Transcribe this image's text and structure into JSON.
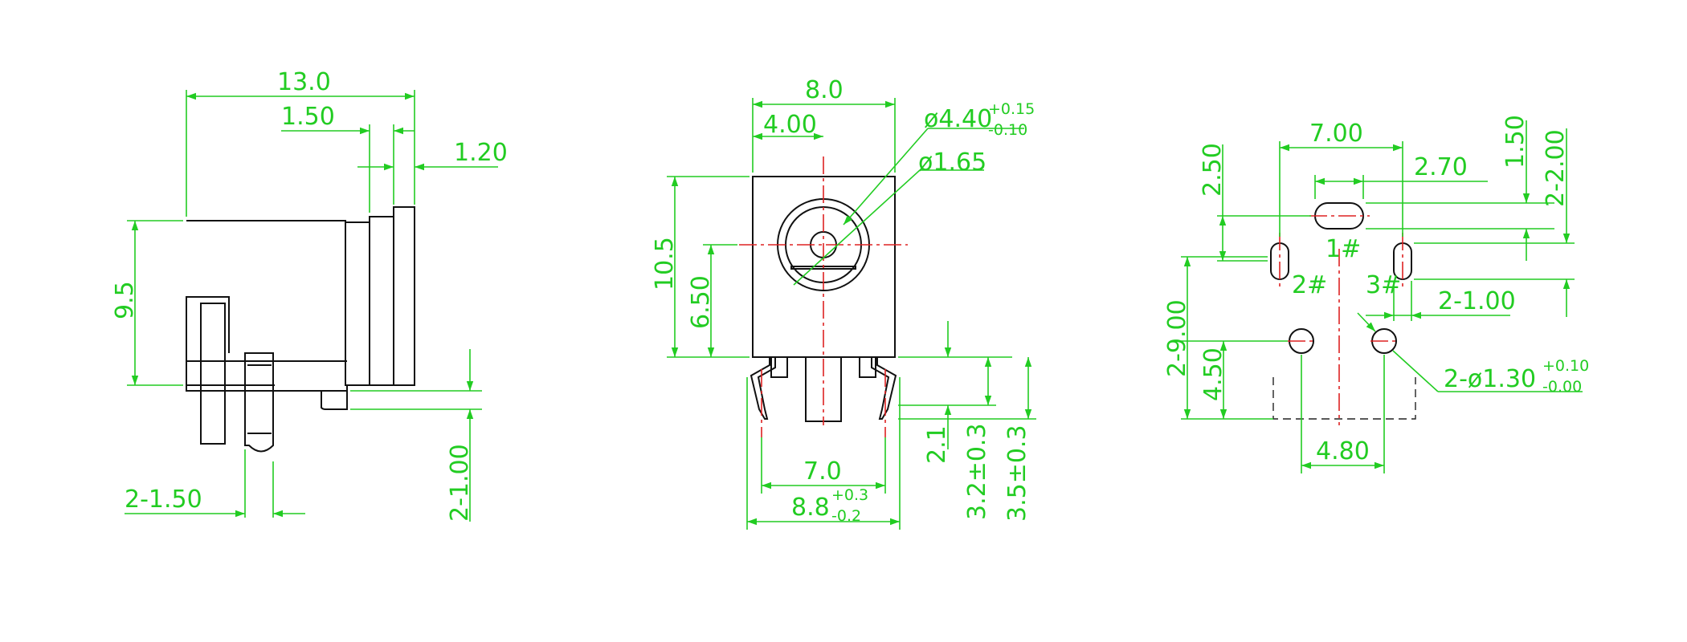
{
  "colors": {
    "outline": "#111111",
    "dimension": "#22cc22",
    "centerline": "#dd2222"
  },
  "side_view": {
    "overall_length": "13.0",
    "flange_depth": "1.50",
    "flange_thickness": "1.20",
    "body_height": "9.5",
    "pin_width": "2-1.50",
    "pin_thickness": "2-1.00"
  },
  "front_view": {
    "overall_width": "8.0",
    "half_width": "4.00",
    "hole_diameter": "ø4.40",
    "hole_tol_plus": "+0.15",
    "hole_tol_minus": "-0.10",
    "pin_diameter": "ø1.65",
    "body_height": "10.5",
    "center_height": "6.50",
    "pin_spacing": "7.0",
    "footprint_width": "8.8",
    "footprint_tol_plus": "+0.3",
    "footprint_tol_minus": "-0.2",
    "leg_length": "2.1",
    "pin_length_a": "3.2±0.3",
    "pin_length_b": "3.5±0.3"
  },
  "pcb_layout": {
    "pad_pitch": "7.00",
    "pad1_slot_length": "2.70",
    "slot_width": "1.50",
    "side_slot_length": "2-2.00",
    "pad1_offset": "2.50",
    "side_slot_width": "2-1.00",
    "hole_offset": "2-9.00",
    "hole_row_height": "4.50",
    "hole_diameter": "2-ø1.30",
    "hole_tol_plus": "+0.10",
    "hole_tol_minus": "-0.00",
    "hole_pitch": "4.80",
    "pin1": "1#",
    "pin2": "2#",
    "pin3": "3#"
  }
}
